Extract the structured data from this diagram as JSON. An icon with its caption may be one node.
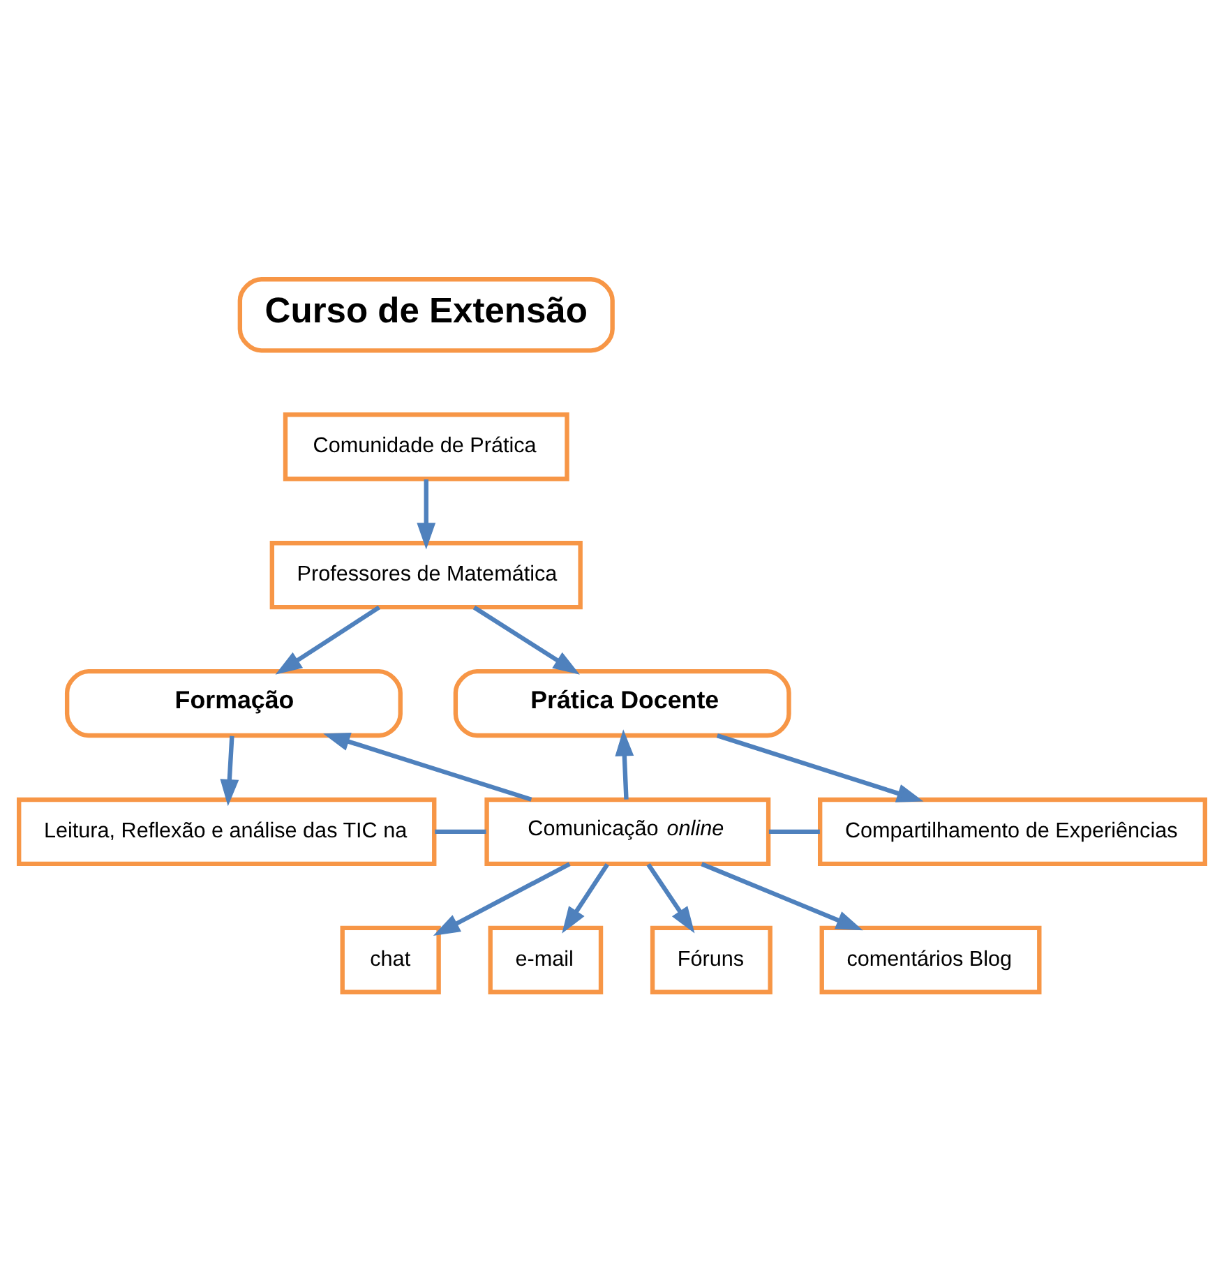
{
  "diagram": {
    "nodes": [
      {
        "text": [
          "Curso de Extensão"
        ]
      },
      {
        "text": [
          "Comunidade de Prática"
        ]
      },
      {
        "text": [
          "Professores de Matemática"
        ]
      },
      {
        "text": [
          "Formação"
        ]
      },
      {
        "text": [
          "Prática Docente"
        ]
      },
      {
        "text": [
          "Leitura, Reflexão e análise das TIC na"
        ]
      },
      {
        "text": [
          "Compartilhamento de Experiências"
        ]
      },
      {
        "text": [
          "Comunicação *online*"
        ]
      },
      {
        "text": [
          "chat"
        ]
      },
      {
        "text": [
          "e-mail"
        ]
      },
      {
        "text": [
          "Fóruns"
        ]
      },
      {
        "text": [
          "comentários Blog"
        ]
      }
    ],
    "edges": [
      {
        "from": 1,
        "to": 2,
        "arrow": "to"
      },
      {
        "from": 2,
        "to": 3,
        "arrow": "to"
      },
      {
        "from": 2,
        "to": 4,
        "arrow": "to"
      },
      {
        "from": 3,
        "to": 5,
        "arrow": "to"
      },
      {
        "from": 4,
        "to": 6,
        "arrow": "to"
      },
      {
        "from": 7,
        "to": 3,
        "arrow": "to"
      },
      {
        "from": 7,
        "to": 4,
        "arrow": "to"
      },
      {
        "from": 5,
        "to": 7,
        "arrow": "none"
      },
      {
        "from": 7,
        "to": 6,
        "arrow": "none"
      },
      {
        "from": 7,
        "to": 8,
        "arrow": "to"
      },
      {
        "from": 7,
        "to": 9,
        "arrow": "to"
      },
      {
        "from": 7,
        "to": 10,
        "arrow": "to"
      },
      {
        "from": 7,
        "to": 11,
        "arrow": "to"
      }
    ]
  }
}
